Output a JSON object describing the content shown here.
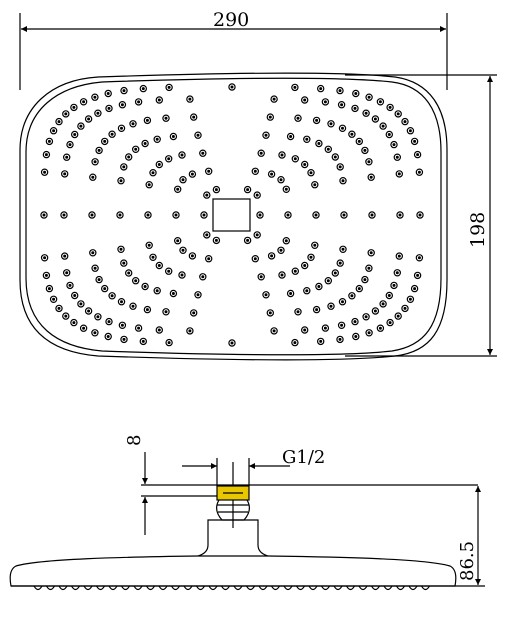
{
  "dimensions": {
    "width": "290",
    "height": "198",
    "thread": "G1/2",
    "nut": "8",
    "depth": "86.5"
  },
  "colors": {
    "line": "#000000",
    "background": "#ffffff",
    "fitting": "#e8c600"
  }
}
